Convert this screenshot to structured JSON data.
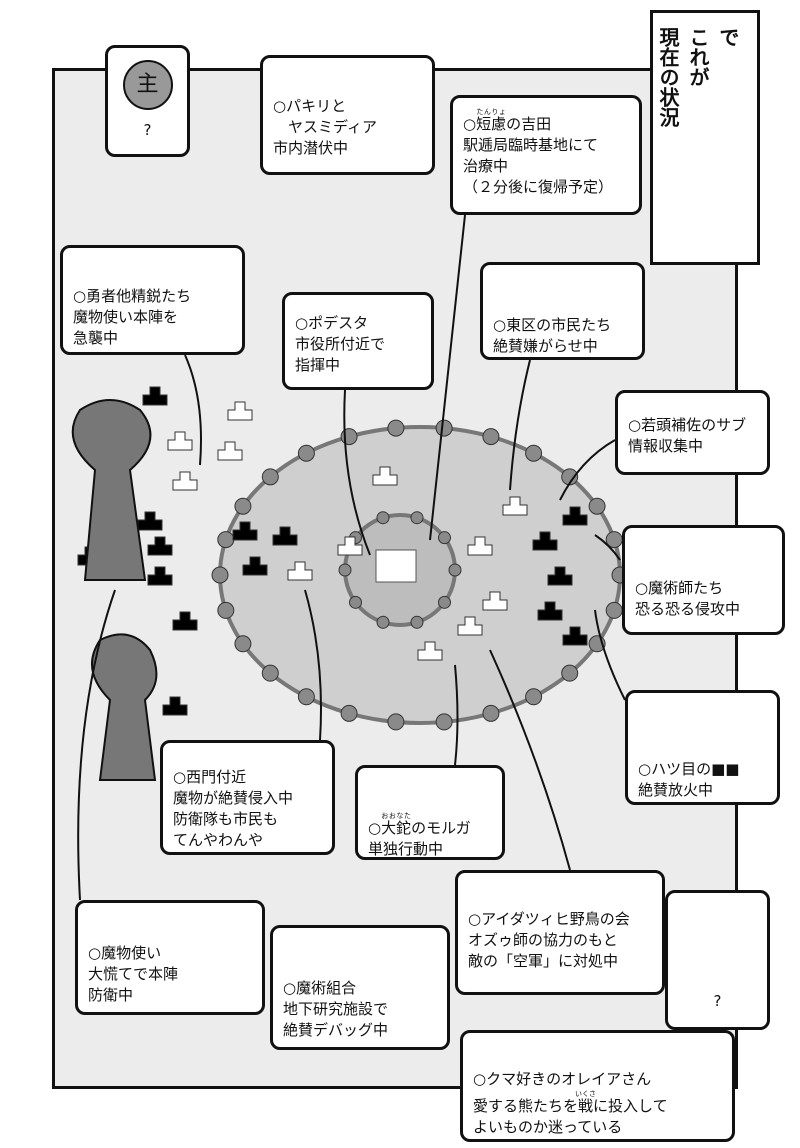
{
  "narration": [
    "で",
    "これが",
    "現在の状況"
  ],
  "boxes": [
    {
      "id": "lord",
      "lines": [
        "?"
      ],
      "emblem": "主"
    },
    {
      "id": "pakiri",
      "lines": [
        "○パキリと",
        "　ヤスミディア",
        "市内潜伏中"
      ]
    },
    {
      "id": "yoshida",
      "ruby": {
        "base": "短慮",
        "rt": "たんりょ"
      },
      "lines": [
        "○",
        "の吉田",
        "駅逓局臨時基地にて",
        "治療中",
        "（２分後に復帰予定）"
      ]
    },
    {
      "id": "hero",
      "lines": [
        "○勇者他精鋭たち",
        "魔物使い本陣を",
        "急襲中"
      ]
    },
    {
      "id": "podesta",
      "lines": [
        "○ポデスタ",
        "市役所付近で",
        "指揮中"
      ]
    },
    {
      "id": "east",
      "lines": [
        "○東区の市民たち",
        "絶賛嫌がらせ中"
      ]
    },
    {
      "id": "sub",
      "lines": [
        "○若頭補佐のサブ",
        "情報収集中"
      ]
    },
    {
      "id": "mages",
      "lines": [
        "○魔術師たち",
        "恐る恐る侵攻中"
      ]
    },
    {
      "id": "eight",
      "lines": [
        "○ハツ目の■■",
        "絶賛放火中"
      ]
    },
    {
      "id": "westgate",
      "lines": [
        "○西門付近",
        "魔物が絶賛侵入中",
        "防衛隊も市民も",
        "てんやわんや"
      ]
    },
    {
      "id": "morga",
      "ruby": {
        "base": "大鉈",
        "rt": "おおなた"
      },
      "lines": [
        "○",
        "のモルガ",
        "単独行動中"
      ]
    },
    {
      "id": "birds",
      "lines": [
        "○アイダツィヒ野鳥の会",
        "オズゥ師の協力のもと",
        "敵の「空軍」に対処中"
      ]
    },
    {
      "id": "unknown",
      "lines": [
        "?"
      ]
    },
    {
      "id": "tamer",
      "lines": [
        "○魔物使い",
        "大慌てで本陣",
        "防衛中"
      ]
    },
    {
      "id": "guild",
      "lines": [
        "○魔術組合",
        "地下研究施設で",
        "絶賛デバッグ中"
      ]
    },
    {
      "id": "bear",
      "ruby": {
        "base": "戦",
        "rt": "いくさ"
      },
      "lines": [
        "○クマ好きのオレイアさん",
        "愛する熊たちを",
        "に投入して",
        "よいものか迷っている"
      ]
    }
  ],
  "colors": {
    "ink": "#111111",
    "map_bg": "#ececec",
    "city": "#cfcfcf",
    "wall": "#8a8a8a",
    "enemy": "#000000",
    "ally": "#ffffff"
  }
}
